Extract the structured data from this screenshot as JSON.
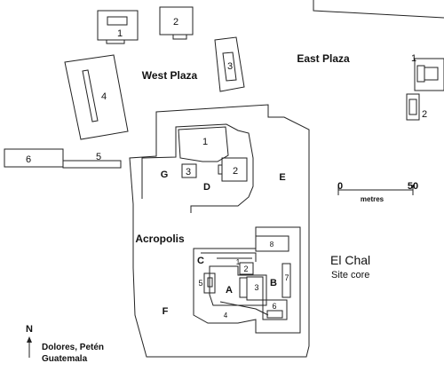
{
  "plazas": {
    "west": "West Plaza",
    "east": "East Plaza"
  },
  "acropolis": {
    "title": "Acropolis",
    "groups": [
      "G",
      "D",
      "E",
      "C",
      "A",
      "B",
      "F"
    ]
  },
  "structure_numbers": {
    "west_1": "1",
    "west_2": "2",
    "west_3": "3",
    "west_4": "4",
    "west_5": "5",
    "west_6": "6",
    "east_1": "1",
    "east_2": "2",
    "d_1": "1",
    "d_2": "2",
    "d_3": "3",
    "a_1": "1",
    "a_2": "2",
    "a_3": "3",
    "a_4": "4",
    "a_5": "5",
    "a_6": "6",
    "a_7": "7",
    "a_8": "8"
  },
  "title": {
    "site": "El Chal",
    "subtitle": "Site core"
  },
  "scale": {
    "min": "0",
    "max": "50",
    "unit": "metres"
  },
  "north": "N",
  "location": {
    "line1": "Dolores, Petén",
    "line2": "Guatemala"
  },
  "colors": {
    "ink": "#222222",
    "background": "#ffffff"
  }
}
